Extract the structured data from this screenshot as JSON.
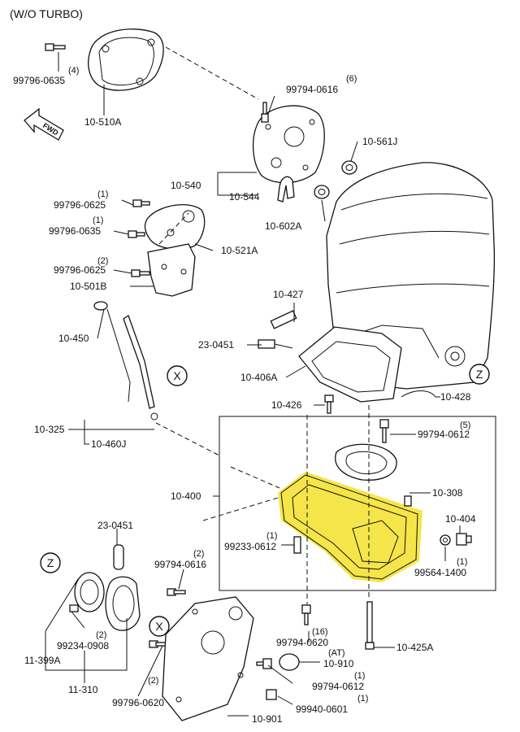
{
  "header": {
    "title": "(W/O TURBO)"
  },
  "direction": {
    "fwd_label": "FWD"
  },
  "ref_markers": {
    "x": "X",
    "z": "Z"
  },
  "parts": {
    "p_99796_0635_top": {
      "code": "99796-0635",
      "qty": "(4)"
    },
    "p_10_510A": {
      "code": "10-510A"
    },
    "p_99794_0616_top": {
      "code": "99794-0616",
      "qty": "(6)"
    },
    "p_10_561J": {
      "code": "10-561J"
    },
    "p_10_540": {
      "code": "10-540"
    },
    "p_10_544": {
      "code": "10-544"
    },
    "p_10_602A": {
      "code": "10-602A"
    },
    "p_99796_0625_a": {
      "code": "99796-0625",
      "qty": "(1)"
    },
    "p_99796_0635_b": {
      "code": "99796-0635",
      "qty": "(1)"
    },
    "p_10_521A": {
      "code": "10-521A"
    },
    "p_99796_0625_b": {
      "code": "99796-0625",
      "qty": "(2)"
    },
    "p_10_501B": {
      "code": "10-501B"
    },
    "p_10_427": {
      "code": "10-427"
    },
    "p_10_450": {
      "code": "10-450"
    },
    "p_23_0451_top": {
      "code": "23-0451"
    },
    "p_10_406A": {
      "code": "10-406A"
    },
    "p_10_426": {
      "code": "10-426"
    },
    "p_10_428": {
      "code": "10-428"
    },
    "p_10_325": {
      "code": "10-325"
    },
    "p_10_460J": {
      "code": "10-460J"
    },
    "p_99794_0612_top": {
      "code": "99794-0612",
      "qty": "(5)"
    },
    "p_10_400": {
      "code": "10-400"
    },
    "p_10_308": {
      "code": "10-308"
    },
    "p_10_404": {
      "code": "10-404"
    },
    "p_99233_0612": {
      "code": "99233-0612",
      "qty": "(1)"
    },
    "p_99564_1400": {
      "code": "99564-1400",
      "qty": "(1)"
    },
    "p_23_0451_bot": {
      "code": "23-0451"
    },
    "p_99794_0616_bot": {
      "code": "99794-0616",
      "qty": "(2)"
    },
    "p_99234_0908": {
      "code": "99234-0908",
      "qty": "(2)"
    },
    "p_11_399A": {
      "code": "11-399A"
    },
    "p_11_310": {
      "code": "11-310"
    },
    "p_99794_0620": {
      "code": "99794-0620",
      "qty": "(16)"
    },
    "p_10_425A": {
      "code": "10-425A"
    },
    "p_10_910": {
      "code": "10-910",
      "qty": "(AT)"
    },
    "p_99794_0612_bot": {
      "code": "99794-0612",
      "qty": "(1)"
    },
    "p_99796_0620": {
      "code": "99796-0620",
      "qty": "(2)"
    },
    "p_99940_0601": {
      "code": "99940-0601",
      "qty": "(1)"
    },
    "p_10_901": {
      "code": "10-901"
    }
  },
  "colors": {
    "highlight": "#f3e12a",
    "line": "#111111",
    "background": "#ffffff"
  }
}
